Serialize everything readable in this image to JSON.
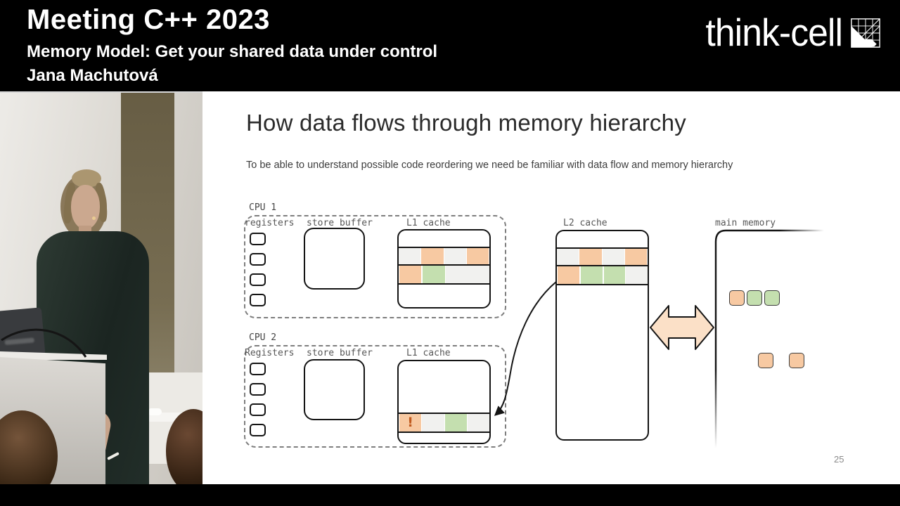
{
  "header": {
    "conference": "Meeting C++ 2023",
    "talk_title": "Memory Model: Get your shared data under control",
    "speaker": "Jana Machutová",
    "brand": "think-cell"
  },
  "slide": {
    "title": "How data flows through memory hierarchy",
    "subtitle": "To be able to understand possible code reordering we need be familiar with data flow and memory hierarchy",
    "page_number": "25"
  },
  "diagram": {
    "alert_char": "!",
    "colors": {
      "orange": "#f7c9a2",
      "green": "#c4dfaf",
      "gray": "#f1f1ef",
      "alert_text": "#c05a1f",
      "arrow_fill": "#fbe0c7",
      "line": "#141414"
    },
    "cpu1": {
      "label": "CPU 1",
      "registers_label": "registers",
      "registers": [
        "empty",
        "empty",
        "empty",
        "empty"
      ],
      "store_buffer_label": "store buffer",
      "l1_label": "L1 cache",
      "l1_rows": [
        {
          "cells": [
            "gray",
            "orange",
            "gray",
            "orange"
          ]
        },
        {
          "cells": [
            "orange",
            "green",
            "gray",
            "gray"
          ]
        }
      ]
    },
    "cpu2": {
      "label": "CPU 2",
      "registers_label": "Registers",
      "registers": [
        "empty",
        "empty",
        "empty",
        "empty"
      ],
      "store_buffer_label": "store buffer",
      "l1_label": "L1 cache",
      "l1_rows": [
        {
          "cells": [
            "alert",
            "gray",
            "green",
            "gray"
          ]
        }
      ]
    },
    "l2": {
      "label": "L2 cache",
      "rows": [
        {
          "cells": [
            "gray",
            "orange",
            "gray",
            "orange"
          ]
        },
        {
          "cells": [
            "orange",
            "green",
            "green",
            "gray"
          ]
        }
      ]
    },
    "main_memory": {
      "label": "main memory",
      "row1": [
        "orange",
        "green",
        "green"
      ],
      "row2": [
        "orange",
        "orange"
      ]
    }
  }
}
